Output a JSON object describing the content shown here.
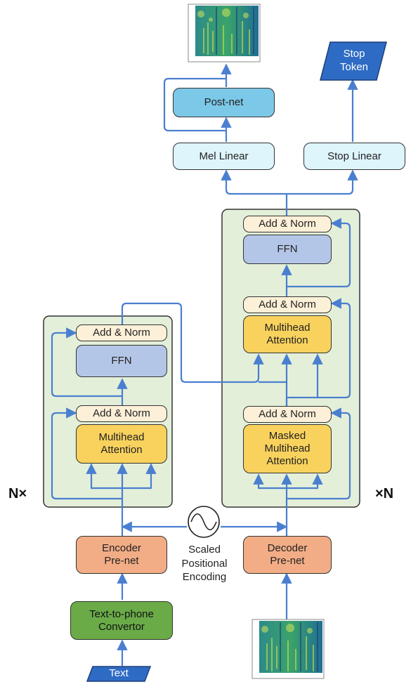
{
  "encoder": {
    "add_norm_top": "Add & Norm",
    "ffn": "FFN",
    "add_norm_bottom": "Add & Norm",
    "attention": "Multihead\nAttention",
    "prenet": "Encoder\nPre-net",
    "repeat": "N×"
  },
  "decoder": {
    "add_norm_top": "Add & Norm",
    "ffn": "FFN",
    "add_norm_mid": "Add & Norm",
    "attention": "Multihead\nAttention",
    "add_norm_bottom": "Add & Norm",
    "masked_attention": "Masked\nMultihead\nAttention",
    "prenet": "Decoder\nPre-net",
    "repeat": "×N"
  },
  "outputs": {
    "mel_linear": "Mel Linear",
    "stop_linear": "Stop Linear",
    "postnet": "Post-net",
    "stop_token": "Stop\nToken"
  },
  "inputs": {
    "converter": "Text-to-phone\nConvertor",
    "text": "Text"
  },
  "positional_encoding": "Scaled\nPositional\nEncoding",
  "colors": {
    "arrow": "#4a7fd0",
    "block_bg": "#e3efd9",
    "input_shape": "#2e6bc4"
  }
}
